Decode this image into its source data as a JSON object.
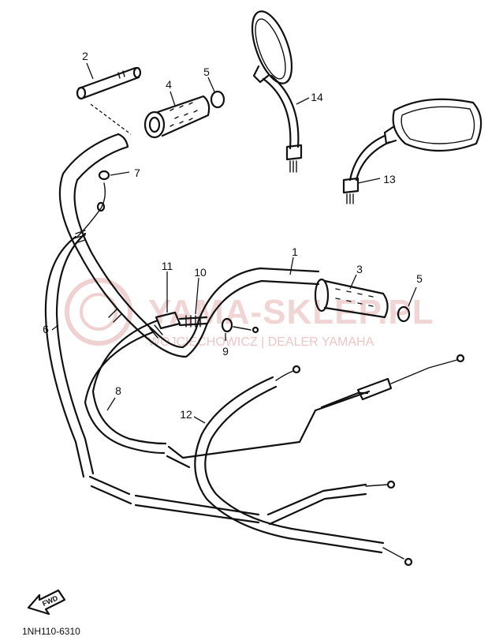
{
  "watermark": {
    "brand": "YAMA-SKLEP.PL",
    "dealer": "WOJCIECHOWICZ | DEALER YAMAHA",
    "color": "#e6b3b3"
  },
  "diagram": {
    "code": "1NH110-6310",
    "fwd_label": "FWD",
    "callouts": [
      {
        "id": "1",
        "label": "1"
      },
      {
        "id": "2",
        "label": "2"
      },
      {
        "id": "3",
        "label": "3"
      },
      {
        "id": "4",
        "label": "4"
      },
      {
        "id": "5a",
        "label": "5"
      },
      {
        "id": "5b",
        "label": "5"
      },
      {
        "id": "6",
        "label": "6"
      },
      {
        "id": "7",
        "label": "7"
      },
      {
        "id": "8",
        "label": "8"
      },
      {
        "id": "9",
        "label": "9"
      },
      {
        "id": "10",
        "label": "10"
      },
      {
        "id": "11",
        "label": "11"
      },
      {
        "id": "12",
        "label": "12"
      },
      {
        "id": "13",
        "label": "13"
      },
      {
        "id": "14",
        "label": "14"
      }
    ]
  }
}
